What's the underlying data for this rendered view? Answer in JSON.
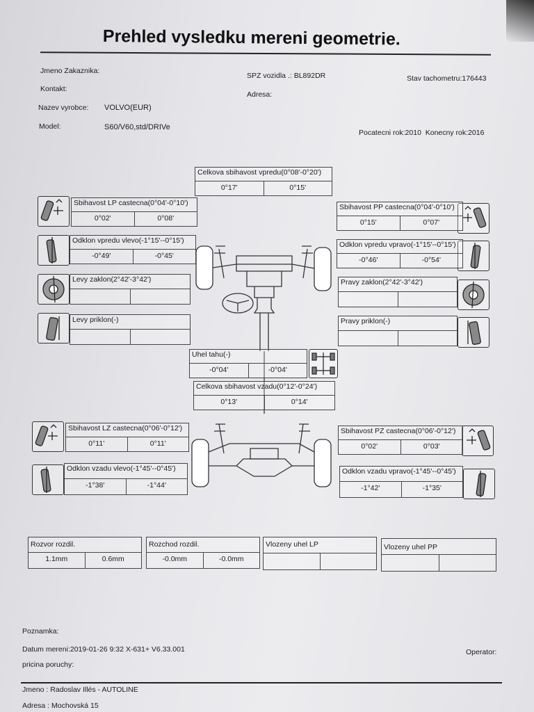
{
  "title": "Prehled vysledku mereni geometrie.",
  "header": {
    "customer_label": "Jmeno Zakaznika:",
    "contact_label": "Kontakt:",
    "manufacturer_label": "Nazev vyrobce:",
    "manufacturer_value": "VOLVO(EUR)",
    "model_label": "Model:",
    "model_value": "S60/V60,std/DRIVe",
    "plate_label": "SPZ vozidla .:",
    "plate_value": "BL892DR",
    "address_label": "Adresa:",
    "odometer_label": "Stav tachometru:",
    "odometer_value": "176443",
    "start_year_label": "Pocatecni rok:",
    "start_year_value": "2010",
    "end_year_label": "Konecny rok:",
    "end_year_value": "2016"
  },
  "measurements": {
    "front_total_toe": {
      "label": "Celkova sbihavost vpredu(0°08'-0°20')",
      "v1": "0°17'",
      "v2": "0°15'"
    },
    "lf_toe": {
      "label": "Sbihavost LP castecna(0°04'-0°10')",
      "v1": "0°02'",
      "v2": "0°08'"
    },
    "rf_toe": {
      "label": "Sbihavost PP castecna(0°04'-0°10')",
      "v1": "0°15'",
      "v2": "0°07'"
    },
    "lf_camber": {
      "label": "Odklon vpredu vlevo(-1°15'--0°15')",
      "v1": "-0°49'",
      "v2": "-0°45'"
    },
    "rf_camber": {
      "label": "Odklon vpredu vpravo(-1°15'--0°15')",
      "v1": "-0°46'",
      "v2": "-0°54'"
    },
    "l_caster": {
      "label": "Levy zaklon(2°42'-3°42')",
      "v1": "",
      "v2": ""
    },
    "r_caster": {
      "label": "Pravy zaklon(2°42'-3°42')",
      "v1": "",
      "v2": ""
    },
    "l_kpi": {
      "label": "Levy priklon(-)",
      "v1": "",
      "v2": ""
    },
    "r_kpi": {
      "label": "Pravy priklon(-)",
      "v1": "",
      "v2": ""
    },
    "thrust": {
      "label": "Uhel tahu(-)",
      "v1": "-0°04'",
      "v2": "-0°04'"
    },
    "rear_total_toe": {
      "label": "Celkova sbihavost vzadu(0°12'-0°24')",
      "v1": "0°13'",
      "v2": "0°14'"
    },
    "lr_toe": {
      "label": "Sbihavost LZ castecna(0°06'-0°12')",
      "v1": "0°11'",
      "v2": "0°11'"
    },
    "rr_toe": {
      "label": "Sbihavost PZ castecna(0°06'-0°12')",
      "v1": "0°02'",
      "v2": "0°03'"
    },
    "lr_camber": {
      "label": "Odklon vzadu vlevo(-1°45'--0°45')",
      "v1": "-1°38'",
      "v2": "-1°44'"
    },
    "rr_camber": {
      "label": "Odklon vzadu vpravo(-1°45'--0°45')",
      "v1": "-1°42'",
      "v2": "-1°35'"
    },
    "wheelbase_diff": {
      "label": "Rozvor rozdil.",
      "v1": "1.1mm",
      "v2": "0.6mm"
    },
    "track_diff": {
      "label": "Rozchod rozdil.",
      "v1": "-0.0mm",
      "v2": "-0.0mm"
    },
    "inset_lp": {
      "label": "Vlozeny uhel LP",
      "v1": "",
      "v2": ""
    },
    "inset_pp": {
      "label": "Vlozeny uhel PP",
      "v1": "",
      "v2": ""
    }
  },
  "footer": {
    "note_label": "Poznamka:",
    "date_label": "Datum mereni:",
    "date_value": "2019-01-26   9:32  X-631+ V6.33.001",
    "operator_label": "Operator:",
    "fault_label": "pricina poruchy:",
    "name_line": "Jmeno : Radoslav Illés - AUTOLINE",
    "address_line": "Adresa : Mochovská 15"
  }
}
